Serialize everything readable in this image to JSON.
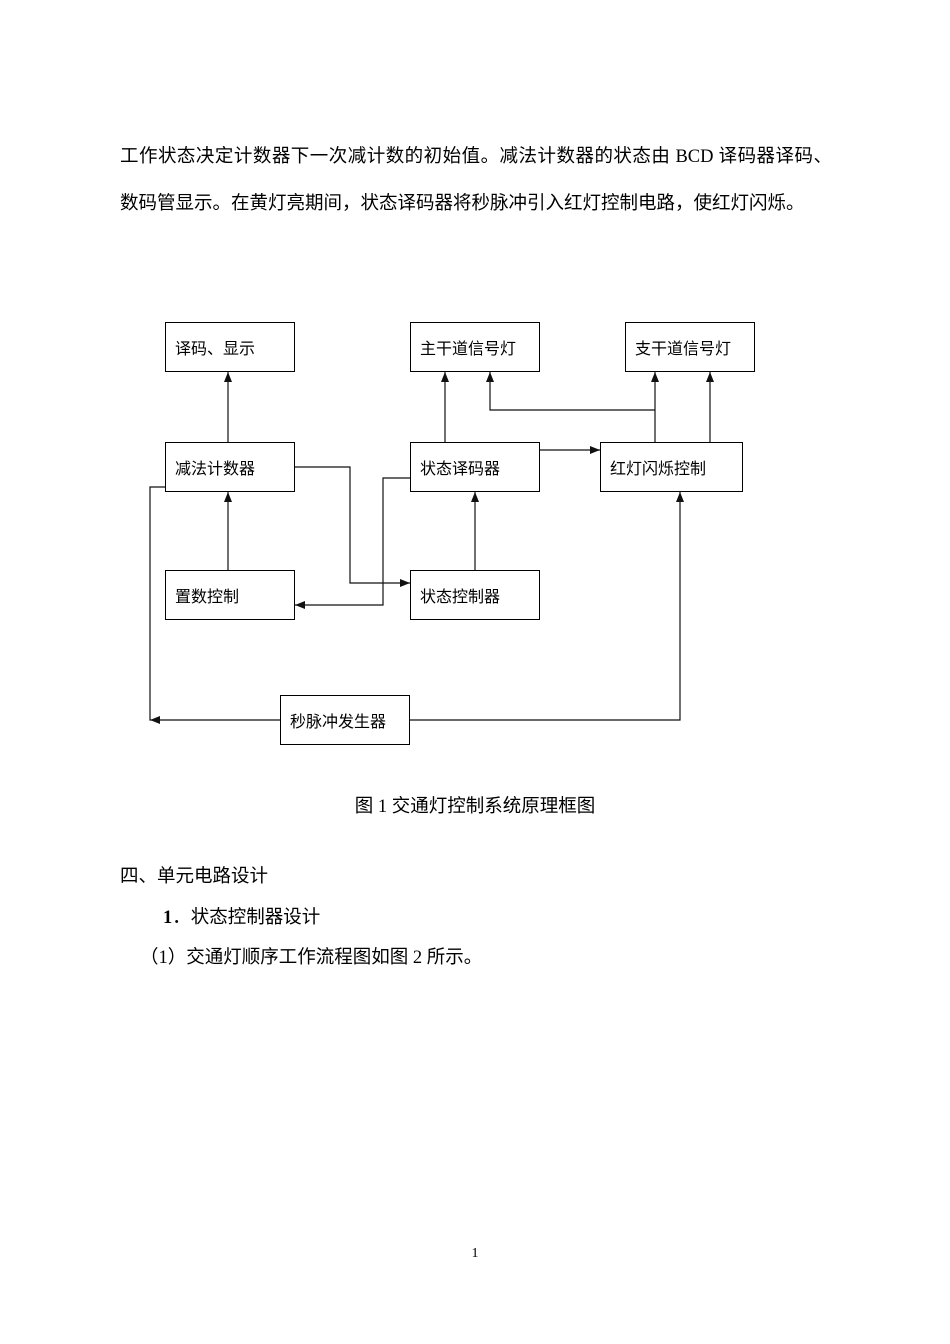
{
  "page": {
    "paragraph_lines": [
      "工作状态决定计数器下一次减计数的初始值。减法计数器的状态由 BCD 译码器译码、",
      "数码管显示。在黄灯亮期间，状态译码器将秒脉冲引入红灯控制电路，使红灯闪烁。"
    ],
    "figure_caption": "图 1  交通灯控制系统原理框图",
    "section_heading": "四、单元电路设计",
    "sub_heading_prefix": "1",
    "sub_heading_text": "．状态控制器设计",
    "list_item": "（1）交通灯顺序工作流程图如图 2 所示。",
    "page_number": "1"
  },
  "diagram": {
    "boxes": {
      "decode_display": "译码、显示",
      "main_road_light": "主干道信号灯",
      "branch_road_light": "支干道信号灯",
      "down_counter": "减法计数器",
      "state_decoder": "状态译码器",
      "red_flash_ctrl": "红灯闪烁控制",
      "preset_ctrl": "置数控制",
      "state_controller": "状态控制器",
      "second_pulse_gen": "秒脉冲发生器"
    }
  }
}
